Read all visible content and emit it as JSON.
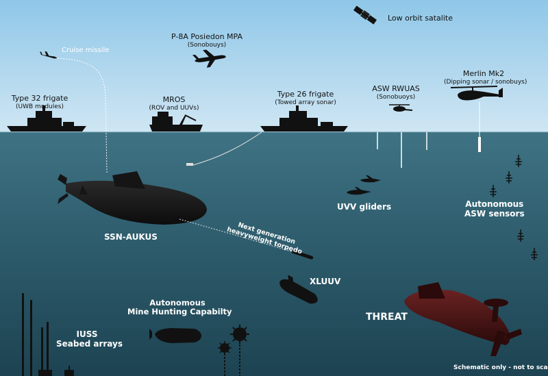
{
  "air": {
    "satellite": "Low orbit satalite",
    "p8a": {
      "title": "P-8A Posiedon MPA",
      "sub": "(Sonobouys)"
    },
    "cruise_missile": "Cruise missile",
    "type32": {
      "title": "Type 32 frigate",
      "sub": "(UWB modules)"
    },
    "mros": {
      "title": "MROS",
      "sub": "(ROV and UUVs)"
    },
    "type26": {
      "title": "Type 26 frigate",
      "sub": "(Towed array sonar)"
    },
    "rwuas": {
      "title": "ASW RWUAS",
      "sub": "(Sonobuoys)"
    },
    "merlin": {
      "title": "Merlin Mk2",
      "sub": "(Dipping sonar / sonobuys)"
    }
  },
  "sea": {
    "ssn": "SSN-AUKUS",
    "torpedo_line1": "Next generation",
    "torpedo_line2": "heavyweight torpedo",
    "uvv": "UVV gliders",
    "asw_line1": "Autonomous",
    "asw_line2": "ASW sensors",
    "xluuv": "XLUUV",
    "mine_line1": "Autonomous",
    "mine_line2": "Mine Hunting Capabilty",
    "iuss_line1": "IUSS",
    "iuss_line2": "Seabed arrays",
    "threat": "THREAT",
    "disclaimer": "Schematic only - not to scale"
  },
  "colors": {
    "sky_top": "#8fc7e8",
    "sky_bottom": "#cfe6f3",
    "sea_top": "#3f7384",
    "sea_bottom": "#1d4352",
    "threat_hull": "#4a1414",
    "silhouette": "#111111"
  }
}
